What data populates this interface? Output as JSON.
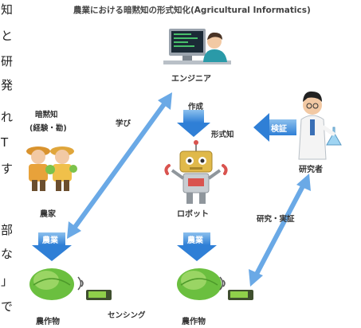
{
  "side_text": [
    "知",
    "と",
    "研",
    "発",
    "れ",
    "T",
    "す",
    "部",
    "な",
    "」",
    "で"
  ],
  "title": "農業における暗黙知の形式知化(Agricultural Informatics)",
  "nodes": {
    "engineer": "エンジニア",
    "tacit_knowledge": "暗黙知",
    "tacit_detail": "(経験・勘)",
    "farmers": "農家",
    "robot": "ロボット",
    "researcher": "研究者",
    "crop_left": "農作物",
    "crop_right": "農作物",
    "sensing": "センシング"
  },
  "edges": {
    "learning": "学び",
    "create": "作成",
    "explicit_knowledge": "形式知",
    "verify": "検証",
    "farming_left": "農業",
    "farming_right": "農業",
    "research_demo": "研究・実証"
  },
  "colors": {
    "arrow_blue": "#2f7fd6",
    "arrow_blue_light": "#6aa9e6",
    "farmer_orange": "#e8a23a",
    "cabbage_green": "#6bbf3f",
    "robot_gold": "#e0b94a",
    "robot_red": "#d9534f"
  }
}
